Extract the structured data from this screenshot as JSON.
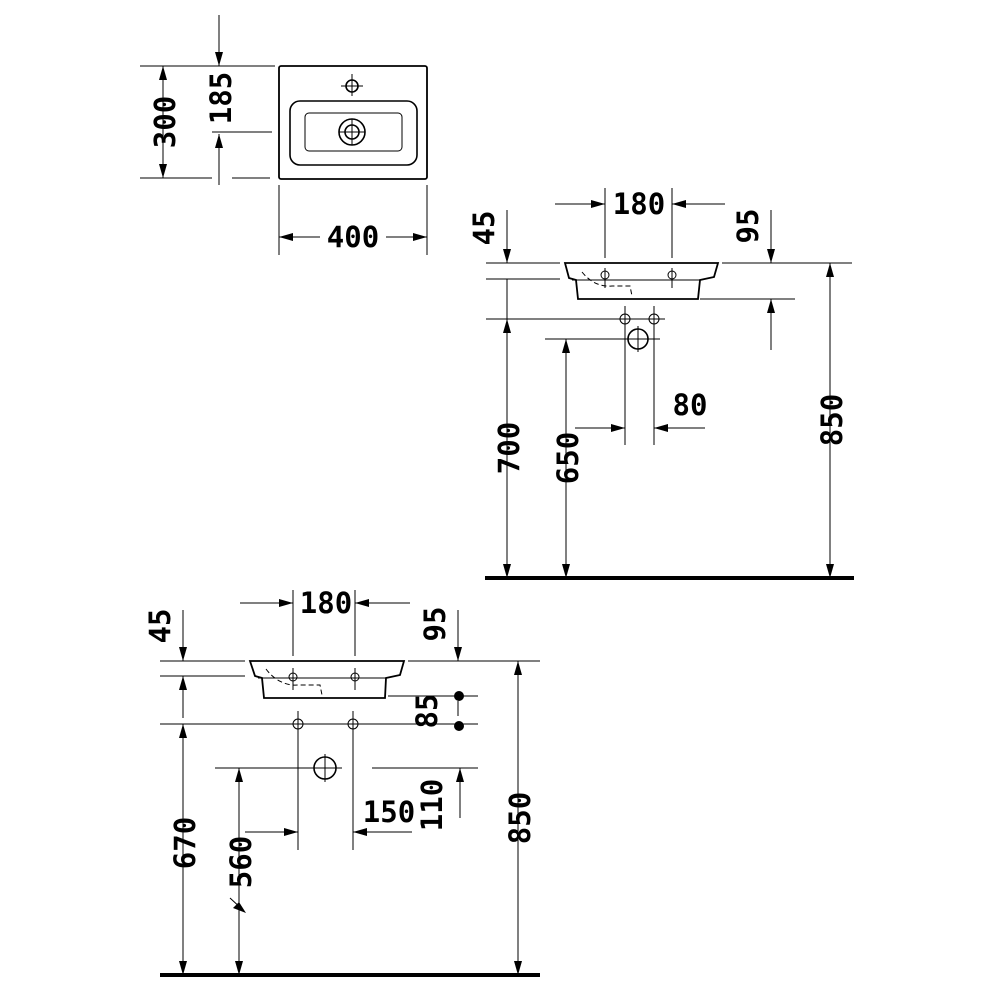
{
  "drawing_title": "",
  "plan_view": {
    "width": "400",
    "depth": "300",
    "tap_hole_offset": "185"
  },
  "elevation_wall_drain": {
    "rim_height": "850",
    "supply_height": "700",
    "drain_height": "650",
    "supply_spacing": "80",
    "tap_spacing": "180",
    "front_depth": "45",
    "right_offset": "95"
  },
  "elevation_floor_drain": {
    "rim_height": "850",
    "supply_height": "670",
    "drain_height": "560",
    "supply_spacing": "150",
    "tap_spacing": "180",
    "front_depth": "45",
    "right_offset": "95",
    "bracket_spacing": "85",
    "drain_offset": "110"
  }
}
